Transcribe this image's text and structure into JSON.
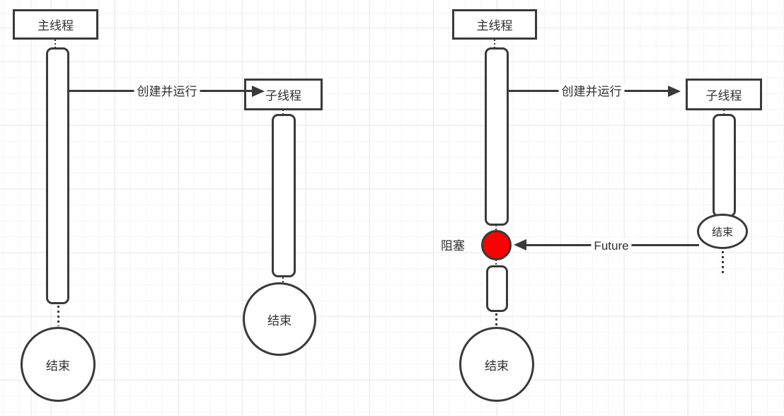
{
  "colors": {
    "stroke": "#3a3a3a",
    "text": "#2f2f2f",
    "blocked_fill": "#fe0000",
    "canvas_bg": "#ffffff",
    "grid_minor": "#f4f4f4",
    "grid_major": "#e8e8e8"
  },
  "diagram_left": {
    "main_thread": {
      "label": "主线程"
    },
    "child_thread": {
      "label": "子线程"
    },
    "create_arrow": {
      "label": "创建并运行"
    },
    "main_end": {
      "label": "结束"
    },
    "child_end": {
      "label": "结束"
    }
  },
  "diagram_right": {
    "main_thread": {
      "label": "主线程"
    },
    "child_thread": {
      "label": "子线程"
    },
    "create_arrow": {
      "label": "创建并运行"
    },
    "blocked": {
      "label": "阻塞"
    },
    "future_arrow": {
      "label": "Future"
    },
    "main_end": {
      "label": "结束"
    },
    "child_end": {
      "label": "结束"
    }
  }
}
